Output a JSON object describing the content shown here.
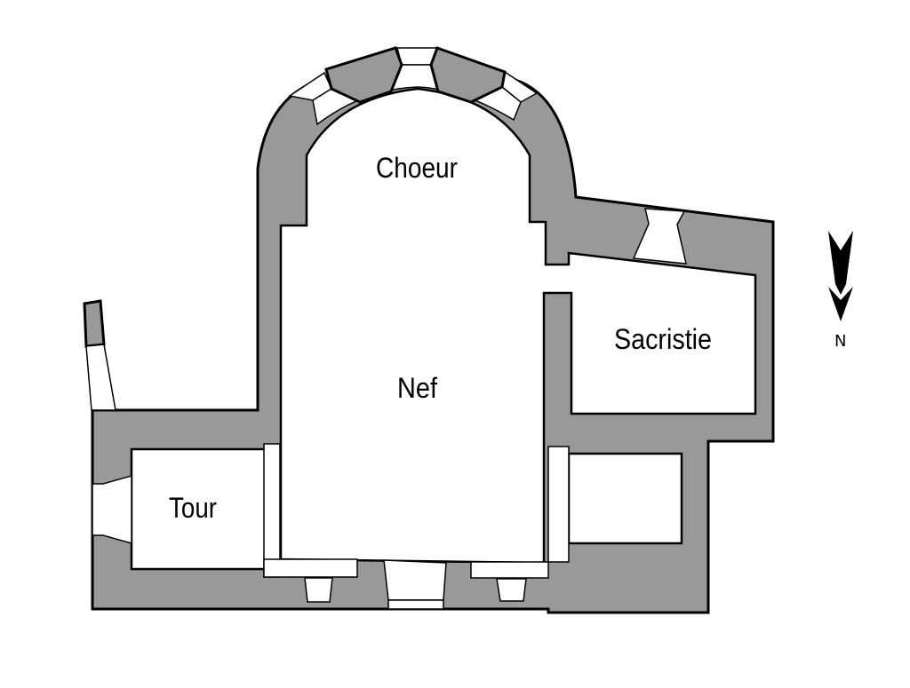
{
  "plan": {
    "title": "",
    "rooms": [
      {
        "id": "choeur",
        "label": "Choeur"
      },
      {
        "id": "nef",
        "label": "Nef"
      },
      {
        "id": "sacristie",
        "label": "Sacristie"
      },
      {
        "id": "tour",
        "label": "Tour"
      }
    ],
    "compass": {
      "label": "N",
      "direction": "down"
    },
    "colors": {
      "wall": "#999999",
      "line": "#000000",
      "background": "#ffffff"
    }
  }
}
